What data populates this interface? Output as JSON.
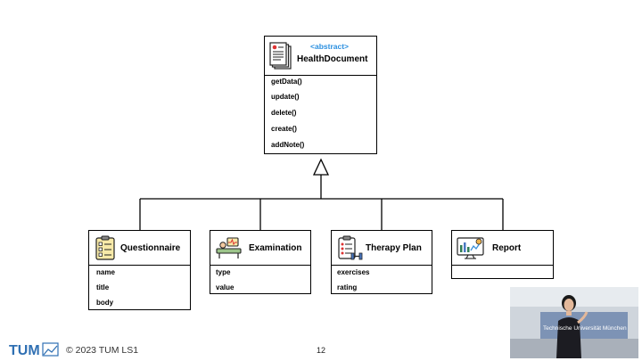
{
  "diagram": {
    "parent": {
      "stereotype": "<abstract>",
      "name": "HealthDocument",
      "methods": [
        "getData()",
        "update()",
        "delete()",
        "create()",
        "addNote()"
      ]
    },
    "children": [
      {
        "name": "Questionnaire",
        "icon": "questionnaire-icon",
        "attributes": [
          "name",
          "title",
          "body"
        ]
      },
      {
        "name": "Examination",
        "icon": "examination-icon",
        "attributes": [
          "type",
          "value"
        ]
      },
      {
        "name": "Therapy Plan",
        "icon": "therapy-plan-icon",
        "attributes": [
          "exercises",
          "rating"
        ]
      },
      {
        "name": "Report",
        "icon": "report-icon",
        "attributes": []
      }
    ]
  },
  "footer": {
    "logo": "TUM",
    "copyright": "© 2023 TUM LS1",
    "page_number": "12"
  },
  "video": {
    "screen_text": "Technische Universität München"
  },
  "colors": {
    "accent": "#2a8fe0",
    "tum_blue": "#3070b3"
  }
}
